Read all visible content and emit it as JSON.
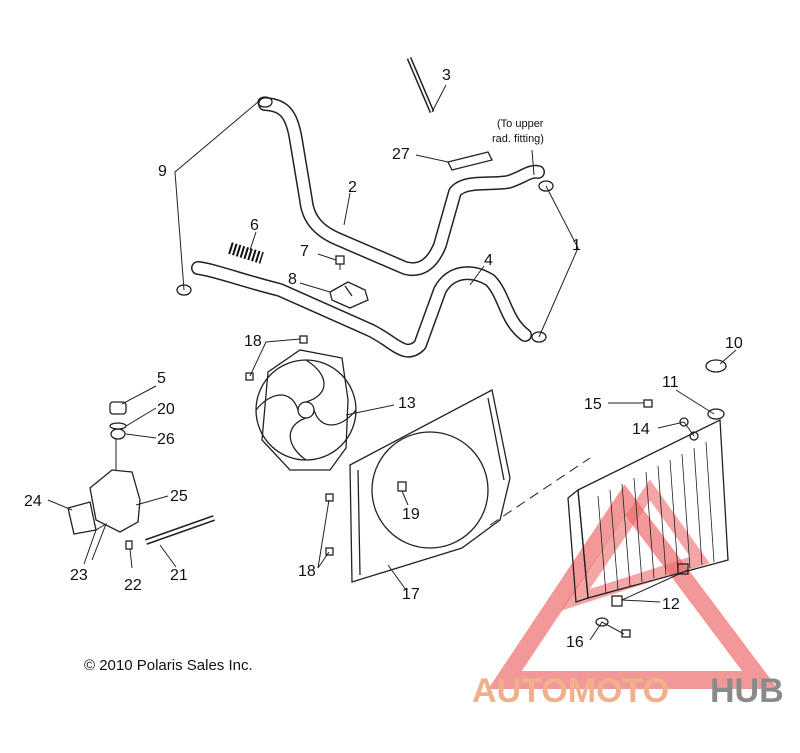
{
  "callouts": {
    "c1": "1",
    "c2": "2",
    "c3": "3",
    "c4": "4",
    "c5": "5",
    "c6": "6",
    "c7": "7",
    "c8": "8",
    "c9": "9",
    "c10": "10",
    "c11": "11",
    "c12": "12",
    "c13": "13",
    "c14": "14",
    "c15": "15",
    "c16": "16",
    "c17": "17",
    "c18a": "18",
    "c18b": "18",
    "c19": "19",
    "c20": "20",
    "c21": "21",
    "c22": "22",
    "c23": "23",
    "c24": "24",
    "c25": "25",
    "c26": "26",
    "c27": "27"
  },
  "note": {
    "line1": "(To upper",
    "line2": "rad. fitting)"
  },
  "copyright": "© 2010 Polaris Sales Inc.",
  "watermark": {
    "part1": "AUTOMOTO",
    "part2": "HUB",
    "color_primary": "#f0b18a",
    "color_secondary": "#8a8a8a",
    "logo_color": "#e83a3a"
  }
}
